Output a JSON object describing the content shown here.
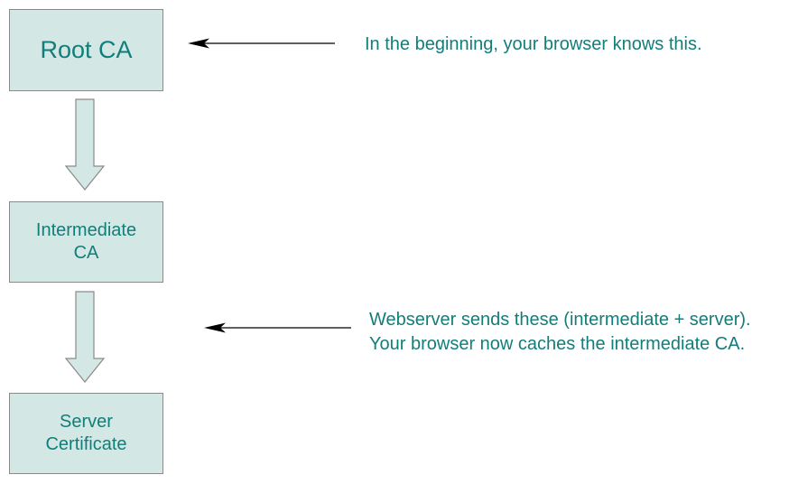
{
  "boxes": {
    "root": "Root CA",
    "intermediate": "Intermediate\nCA",
    "server": "Server\nCertificate"
  },
  "notes": {
    "browser_knows": "In the beginning, your browser knows this.",
    "webserver_sends_line1": "Webserver sends these (intermediate + server).",
    "webserver_sends_line2": "Your browser now caches the intermediate CA."
  },
  "colors": {
    "box_fill": "#d3e8e4",
    "box_border": "#8a8a8a",
    "text_teal": "#117e7a",
    "arrow_line": "#000000"
  }
}
